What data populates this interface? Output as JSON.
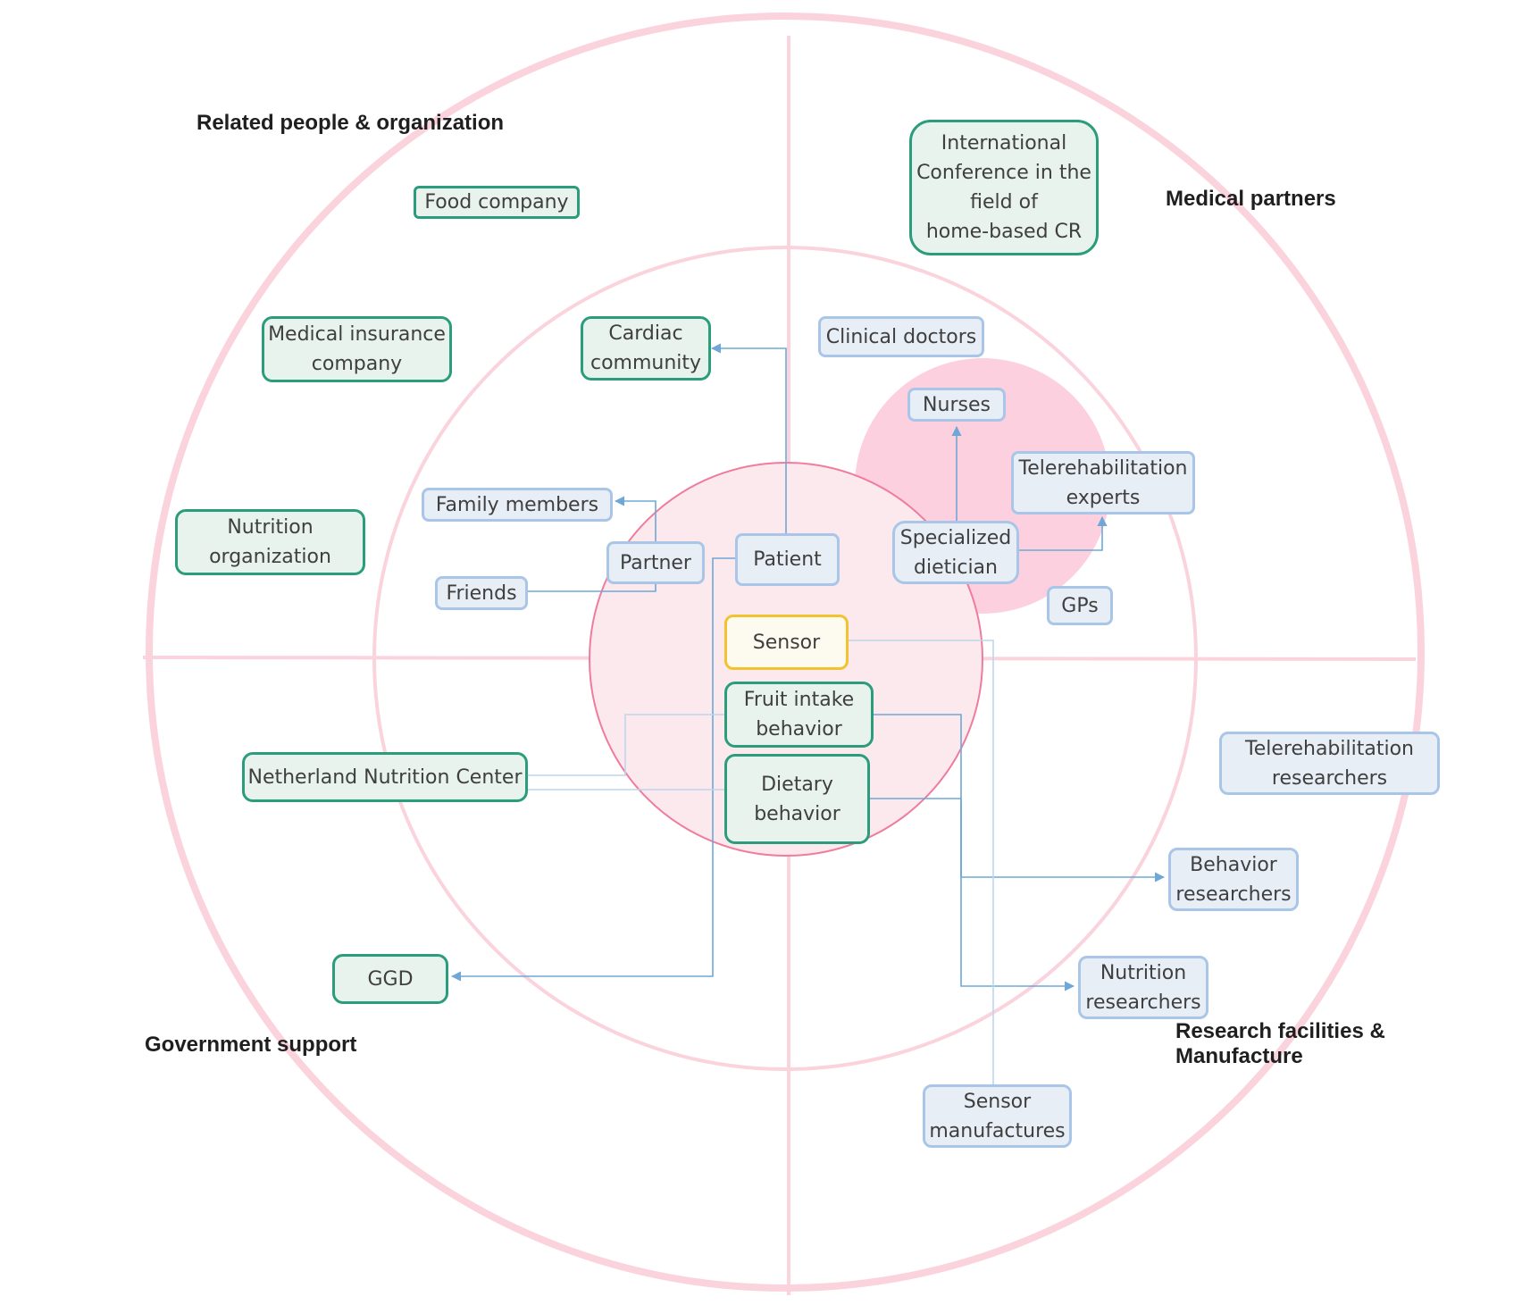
{
  "sectors": {
    "top_left": "Related people & organization",
    "top_right": "Medical partners",
    "bottom_left": "Government support",
    "bottom_right_line1": "Research facilities &",
    "bottom_right_line2": "Manufacture"
  },
  "nodes": {
    "food_company": "Food company",
    "medical_insurance_line1": "Medical insurance",
    "medical_insurance_line2": "company",
    "nutrition_org_line1": "Nutrition",
    "nutrition_org_line2": "organization",
    "cardiac_line1": "Cardiac",
    "cardiac_line2": "community",
    "family_members": "Family members",
    "friends": "Friends",
    "partner": "Partner",
    "patient": "Patient",
    "sensor": "Sensor",
    "fruit_line1": "Fruit intake",
    "fruit_line2": "behavior",
    "dietary_line1": "Dietary",
    "dietary_line2": "behavior",
    "netherland_nutrition": "Netherland Nutrition Center",
    "ggd": "GGD",
    "conference_line1": "International",
    "conference_line2": "Conference in the",
    "conference_line3": "field of",
    "conference_line4": "home-based CR",
    "clinical_doctors": "Clinical doctors",
    "nurses": "Nurses",
    "telerehab_experts_line1": "Telerehabilitation",
    "telerehab_experts_line2": "experts",
    "dietician_line1": "Specialized",
    "dietician_line2": "dietician",
    "gps": "GPs",
    "telerehab_researchers_line1": "Telerehabilitation",
    "telerehab_researchers_line2": "researchers",
    "behavior_researchers_line1": "Behavior",
    "behavior_researchers_line2": "researchers",
    "nutrition_researchers_line1": "Nutrition",
    "nutrition_researchers_line2": "researchers",
    "sensor_manufactures_line1": "Sensor",
    "sensor_manufactures_line2": "manufactures"
  },
  "colors": {
    "ring": "#fbd3dd",
    "core_fill": "#fbe9ee",
    "core_stroke": "#f07c9d",
    "medical_circle": "#fcd0de",
    "green_border": "#2b9c7c",
    "blue_border": "#a9c6e8",
    "yellow_border": "#f2c22f",
    "connector": "#6fa8d6"
  }
}
